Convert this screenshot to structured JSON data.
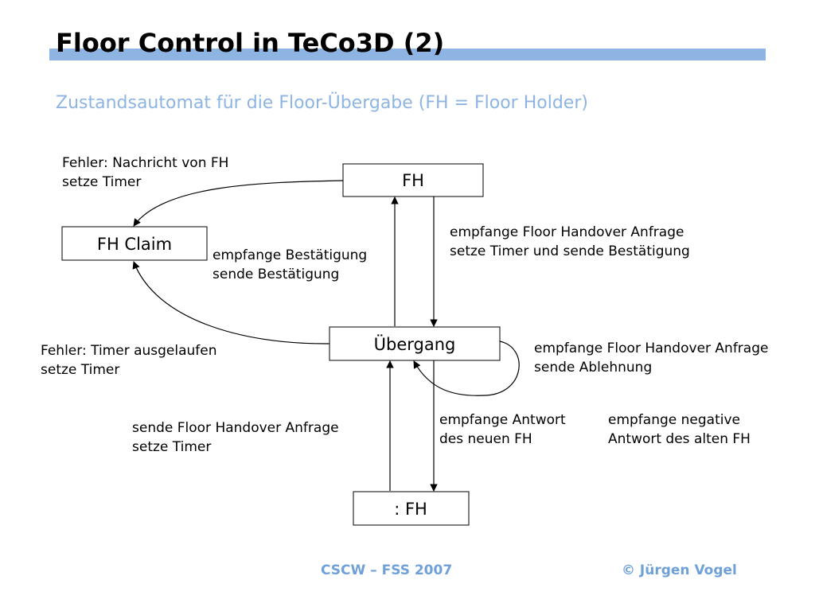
{
  "slide": {
    "title": "Floor Control in TeCo3D (2)",
    "subtitle": "Zustandsautomat für die Floor-Übergabe (FH = Floor Holder)"
  },
  "diagram": {
    "states": {
      "fh": "FH",
      "fh_claim": "FH Claim",
      "uebergang": "Übergang",
      "new_fh": ": FH"
    },
    "transitions": {
      "fh_to_claim": [
        "Fehler: Nachricht von FH",
        "setze Timer"
      ],
      "claim_to_fh": [
        "empfange Bestätigung",
        "sende Bestätigung"
      ],
      "fh_to_uebergang": [
        "empfange Floor Handover Anfrage",
        "setze Timer und sende Bestätigung"
      ],
      "uebergang_to_claim": [
        "Fehler: Timer ausgelaufen",
        "setze Timer"
      ],
      "uebergang_self": [
        "empfange Floor Handover Anfrage",
        "sende Ablehnung"
      ],
      "newfh_to_uebergang": [
        "sende Floor Handover Anfrage",
        "setze Timer"
      ],
      "uebergang_to_newfh": [
        "empfange Antwort",
        "des neuen FH"
      ],
      "uebergang_to_newfh_neg": [
        "empfange negative",
        "Antwort des alten FH"
      ]
    }
  },
  "footer": {
    "course": "CSCW – FSS 2007",
    "copyright": "© Jürgen Vogel"
  },
  "colors": {
    "accent": "#8db4e2",
    "footer_text": "#6fa0d8"
  }
}
